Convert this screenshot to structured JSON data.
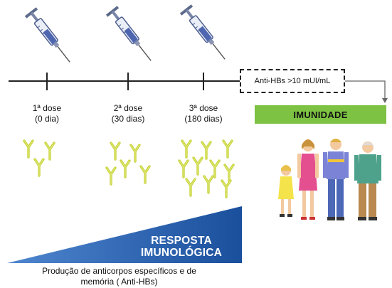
{
  "doses": [
    {
      "title": "1ª dose",
      "interval": "(0 dia)"
    },
    {
      "title": "2ª dose",
      "interval": "(30 dias)"
    },
    {
      "title": "3ª dose",
      "interval": "(180 dias)"
    }
  ],
  "threshold_label": "Anti-HBs >10 mUI/mL",
  "immunity_label": "IMUNIDADE",
  "response": {
    "line1": "RESPOSTA",
    "line2": "IMUNOLÓGICA"
  },
  "caption": {
    "line1": "Produção de anticorpos específicos e de",
    "line2": "memória ( Anti-HBs)"
  },
  "colors": {
    "antibody": "#c8d43a",
    "triangle": "#1f5aa8",
    "immunity_bar": "#7dc242"
  },
  "icons": [
    "syringe-icon",
    "antibody-icon",
    "family-figure"
  ]
}
